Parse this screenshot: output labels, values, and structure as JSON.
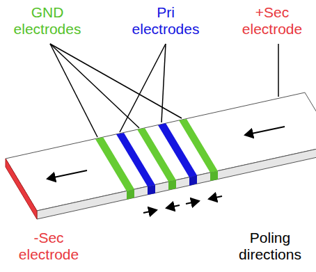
{
  "diagram": {
    "labels": [
      "GND electrodes",
      "Pri electrodes",
      "+Sec electrode",
      "-Sec electrode",
      "Poling directions"
    ]
  }
}
